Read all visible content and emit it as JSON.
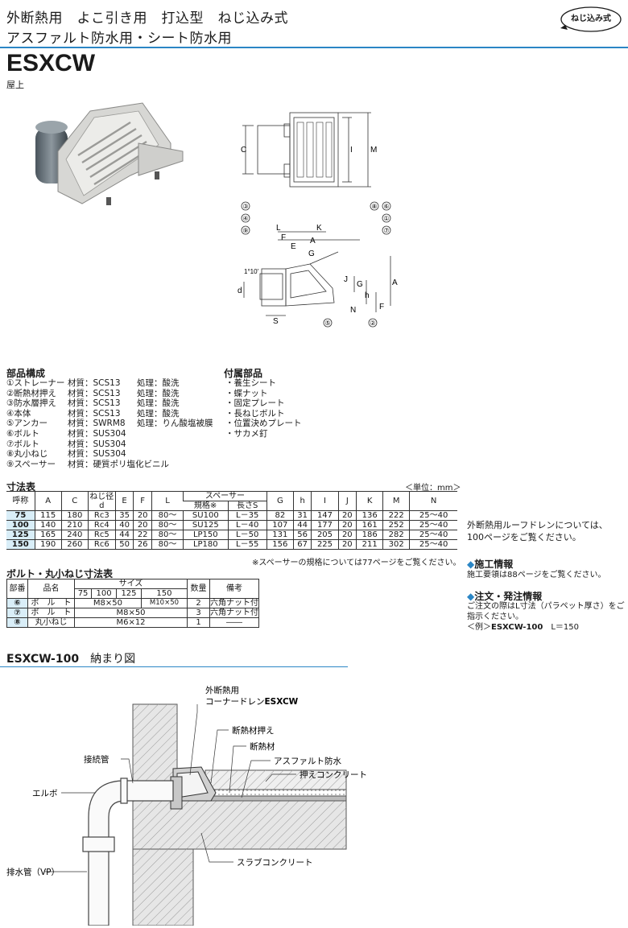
{
  "header": {
    "line1": "外断熱用　よこ引き用　打込型　ねじ込み式",
    "line2": "アスファルト防水用・シート防水用",
    "badge": "ねじ込み式"
  },
  "product": {
    "model": "ESXCW",
    "subtitle": "屋上"
  },
  "parts": {
    "title": "部品構成",
    "rows": [
      [
        "①ストレーナー",
        "材質：SCS13",
        "処理：酸洗"
      ],
      [
        "②断熱材押え",
        "材質：SCS13",
        "処理：酸洗"
      ],
      [
        "③防水層押え",
        "材質：SCS13",
        "処理：酸洗"
      ],
      [
        "④本体",
        "材質：SCS13",
        "処理：酸洗"
      ],
      [
        "⑤アンカー",
        "材質：SWRM8",
        "処理：りん酸塩被膜"
      ],
      [
        "⑥ボルト",
        "材質：SUS304",
        ""
      ],
      [
        "⑦ボルト",
        "材質：SUS304",
        ""
      ],
      [
        "⑧丸小ねじ",
        "材質：SUS304",
        ""
      ],
      [
        "⑨スペーサー",
        "材質：硬質ポリ塩化ビニル",
        ""
      ]
    ]
  },
  "accessories": {
    "title": "付属部品",
    "items": [
      "・養生シート",
      "・蝶ナット",
      "・固定プレート",
      "・長ねじボルト",
      "・位置決めプレート",
      "・サカメ釘"
    ]
  },
  "dim_table": {
    "title": "寸法表",
    "unit": "＜単位：mm＞",
    "headers": [
      "呼称",
      "A",
      "C",
      "ねじ径 d",
      "E",
      "F",
      "L",
      "スペーサー",
      "G",
      "h",
      "I",
      "J",
      "K",
      "M",
      "N"
    ],
    "spacer_sub": [
      "規格※",
      "長さS"
    ],
    "rows": [
      [
        "75",
        "115",
        "180",
        "Rc3",
        "35",
        "20",
        "80～",
        "SU100",
        "L－35",
        "82",
        "31",
        "147",
        "20",
        "136",
        "222",
        "25～40"
      ],
      [
        "100",
        "140",
        "210",
        "Rc4",
        "40",
        "20",
        "80～",
        "SU125",
        "L－40",
        "107",
        "44",
        "177",
        "20",
        "161",
        "252",
        "25～40"
      ],
      [
        "125",
        "165",
        "240",
        "Rc5",
        "44",
        "22",
        "80～",
        "LP150",
        "L－50",
        "131",
        "56",
        "205",
        "20",
        "186",
        "282",
        "25～40"
      ],
      [
        "150",
        "190",
        "260",
        "Rc6",
        "50",
        "26",
        "80～",
        "LP180",
        "L－55",
        "156",
        "67",
        "225",
        "20",
        "211",
        "302",
        "25～40"
      ]
    ],
    "note": "※スペーサーの規格については77ページをご覧ください。"
  },
  "bolt_table": {
    "title": "ボルト・丸小ねじ寸法表",
    "headers": [
      "部番",
      "品名",
      "サイズ",
      "数量",
      "備考"
    ],
    "sizes": [
      "75",
      "100",
      "125",
      "150"
    ],
    "rows": [
      {
        "no": "⑥",
        "name": "ボ　ル　ト",
        "size_a": "M8×50",
        "size_b": "M10×50",
        "qty": "2",
        "note": "六角ナット付"
      },
      {
        "no": "⑦",
        "name": "ボ　ル　ト",
        "size_a": "M8×50",
        "size_b": "",
        "qty": "3",
        "note": "六角ナット付"
      },
      {
        "no": "⑧",
        "name": "丸小ねじ",
        "size_a": "M6×12",
        "size_b": "",
        "qty": "1",
        "note": "――"
      }
    ]
  },
  "right_info": {
    "outer_insulation": [
      "外断熱用ルーフドレンについては、",
      "100ページをご覧ください。"
    ],
    "construction_title": "施工情報",
    "construction_text": "施工要領は88ページをご覧ください。",
    "order_title": "注文・発注情報",
    "order_text": [
      "ご注文の際はL寸法（パラペット厚さ）をご",
      "指示ください。"
    ],
    "order_example_prefix": "＜例＞",
    "order_example_model": "ESXCW-100",
    "order_example_value": "L＝150"
  },
  "install": {
    "caption_model": "ESXCW-100",
    "caption_text": "納まり図",
    "labels": {
      "outer_a": "外断熱用",
      "outer_b": "コーナードレン",
      "outer_model": "ESXCW",
      "insul_press": "断熱材押え",
      "insul": "断熱材",
      "asphalt": "アスファルト防水",
      "press_conc": "押えコンクリート",
      "connect_pipe": "接続管",
      "elbow": "エルボ",
      "slab": "スラブコンクリート",
      "drain_pipe": "排水管（VP）"
    }
  },
  "drawing_labels": {
    "C": "C",
    "I": "I",
    "M": "M",
    "L": "L",
    "K": "K",
    "F": "F",
    "E": "E",
    "A": "A",
    "G": "G",
    "J": "J",
    "h": "h",
    "N": "N",
    "d": "d",
    "S": "S",
    "angle": "1°10′",
    "callouts": [
      "③",
      "④",
      "⑨",
      "⑧",
      "⑥",
      "①",
      "⑦",
      "⑤",
      "②"
    ]
  }
}
